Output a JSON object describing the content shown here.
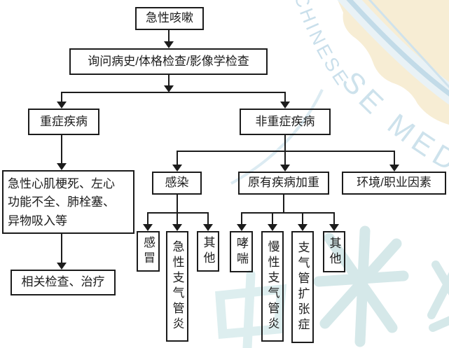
{
  "nodes": {
    "start": "急性咳嗽",
    "exam": "询问病史/体格检查/影像学检查",
    "severe": "重症疾病",
    "non_severe": "非重症疾病",
    "severe_causes": "急性心肌梗死、左心\n功能不全、肺栓塞、\n异物吸入等",
    "related_treatment": "相关检查、治疗",
    "infection": "感染",
    "disease_aggravation": "原有疾病加重",
    "environment": "环境/职业因素",
    "cold": "感冒",
    "acute_bronchitis": "急性支气管炎",
    "other_infection": "其他",
    "asthma": "哮喘",
    "chronic_bronchitis": "慢性支气管炎",
    "bronchiectasis": "支气管扩张症",
    "other_aggravation": "其他"
  },
  "watermark": {
    "ring_text_inner": "CHINESE",
    "ring_text_outer": "SE MEDI",
    "arc_color": "#c2dbe8",
    "band_color": "#e9f2f6",
    "text_color": "#c9dfeb",
    "calligraphy_color": "#d5e8e9",
    "blob_color": "#f7edd4"
  },
  "colors": {
    "line": "#1c1c1c",
    "box_border": "#1c1c1c",
    "background": "#ffffff"
  }
}
